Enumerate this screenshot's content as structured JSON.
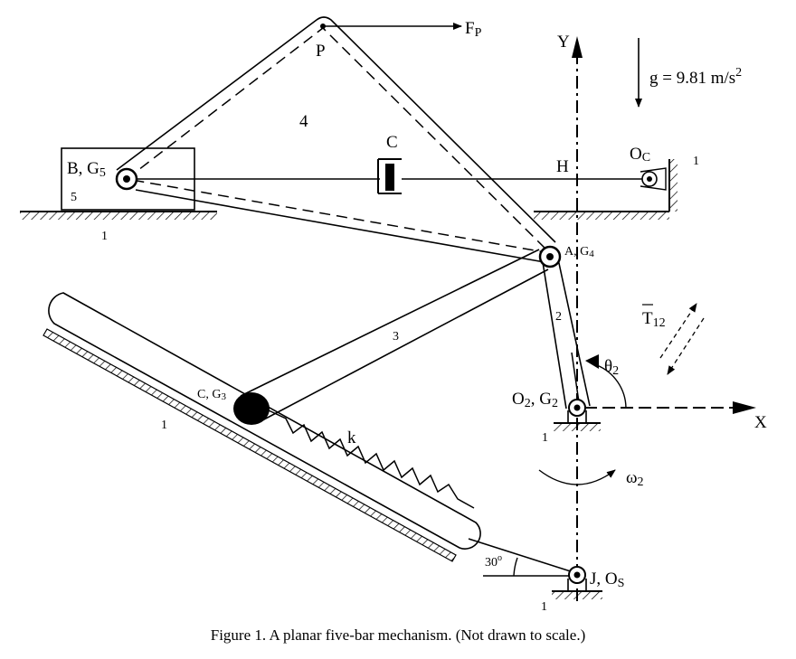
{
  "labels": {
    "fp_main": "F",
    "fp_sub": "P",
    "p": "P",
    "y_axis": "Y",
    "x_axis": "X",
    "gravity": "g = 9.81 m/s",
    "gravity_sup": "2",
    "link4": "4",
    "c_top": "C",
    "h": "H",
    "oc_main": "O",
    "oc_sub": "C",
    "ground_1_oc": "1",
    "b_g5": "B, G",
    "b_g5_sub": "5",
    "slider5": "5",
    "ground_1_b": "1",
    "a_g4": "A, G",
    "a_g4_sub": "4",
    "link2": "2",
    "t12_main": "T",
    "t12_sub": "12",
    "theta2_main": "θ",
    "theta2_sub": "2",
    "link3": "3",
    "c_g3": "C, G",
    "c_g3_sub": "3",
    "ground_1_slot": "1",
    "k": "k",
    "o2_g2": "O",
    "o2_sub": "2",
    "o2_g2_rest": ", G",
    "g2_sub": "2",
    "ground_1_o2": "1",
    "omega2_main": "ω",
    "omega2_sub": "2",
    "angle30": "30",
    "angle30_sup": "o",
    "j_os": "J, O",
    "j_os_sub": "S",
    "ground_1_j": "1"
  },
  "caption": "Figure 1. A planar five-bar mechanism. (Not drawn to scale.)"
}
